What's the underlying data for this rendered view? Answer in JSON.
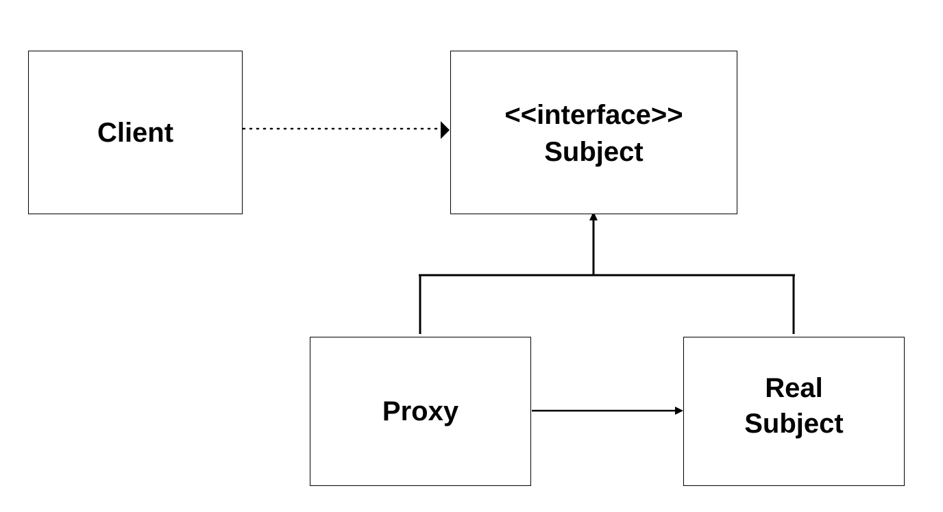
{
  "nodes": {
    "client": {
      "label": "Client"
    },
    "subject": {
      "stereotype": "<<interface>>",
      "label": "Subject"
    },
    "proxy": {
      "label": "Proxy"
    },
    "real_subject": {
      "line1": "Real",
      "line2": "Subject"
    }
  },
  "edges": [
    {
      "from": "Client",
      "to": "Subject",
      "style": "dotted"
    },
    {
      "from": "Proxy",
      "to": "Subject",
      "style": "solid"
    },
    {
      "from": "Real Subject",
      "to": "Subject",
      "style": "solid"
    },
    {
      "from": "Proxy",
      "to": "Real Subject",
      "style": "solid"
    }
  ],
  "colors": {
    "stroke": "#000000",
    "background": "#ffffff"
  }
}
